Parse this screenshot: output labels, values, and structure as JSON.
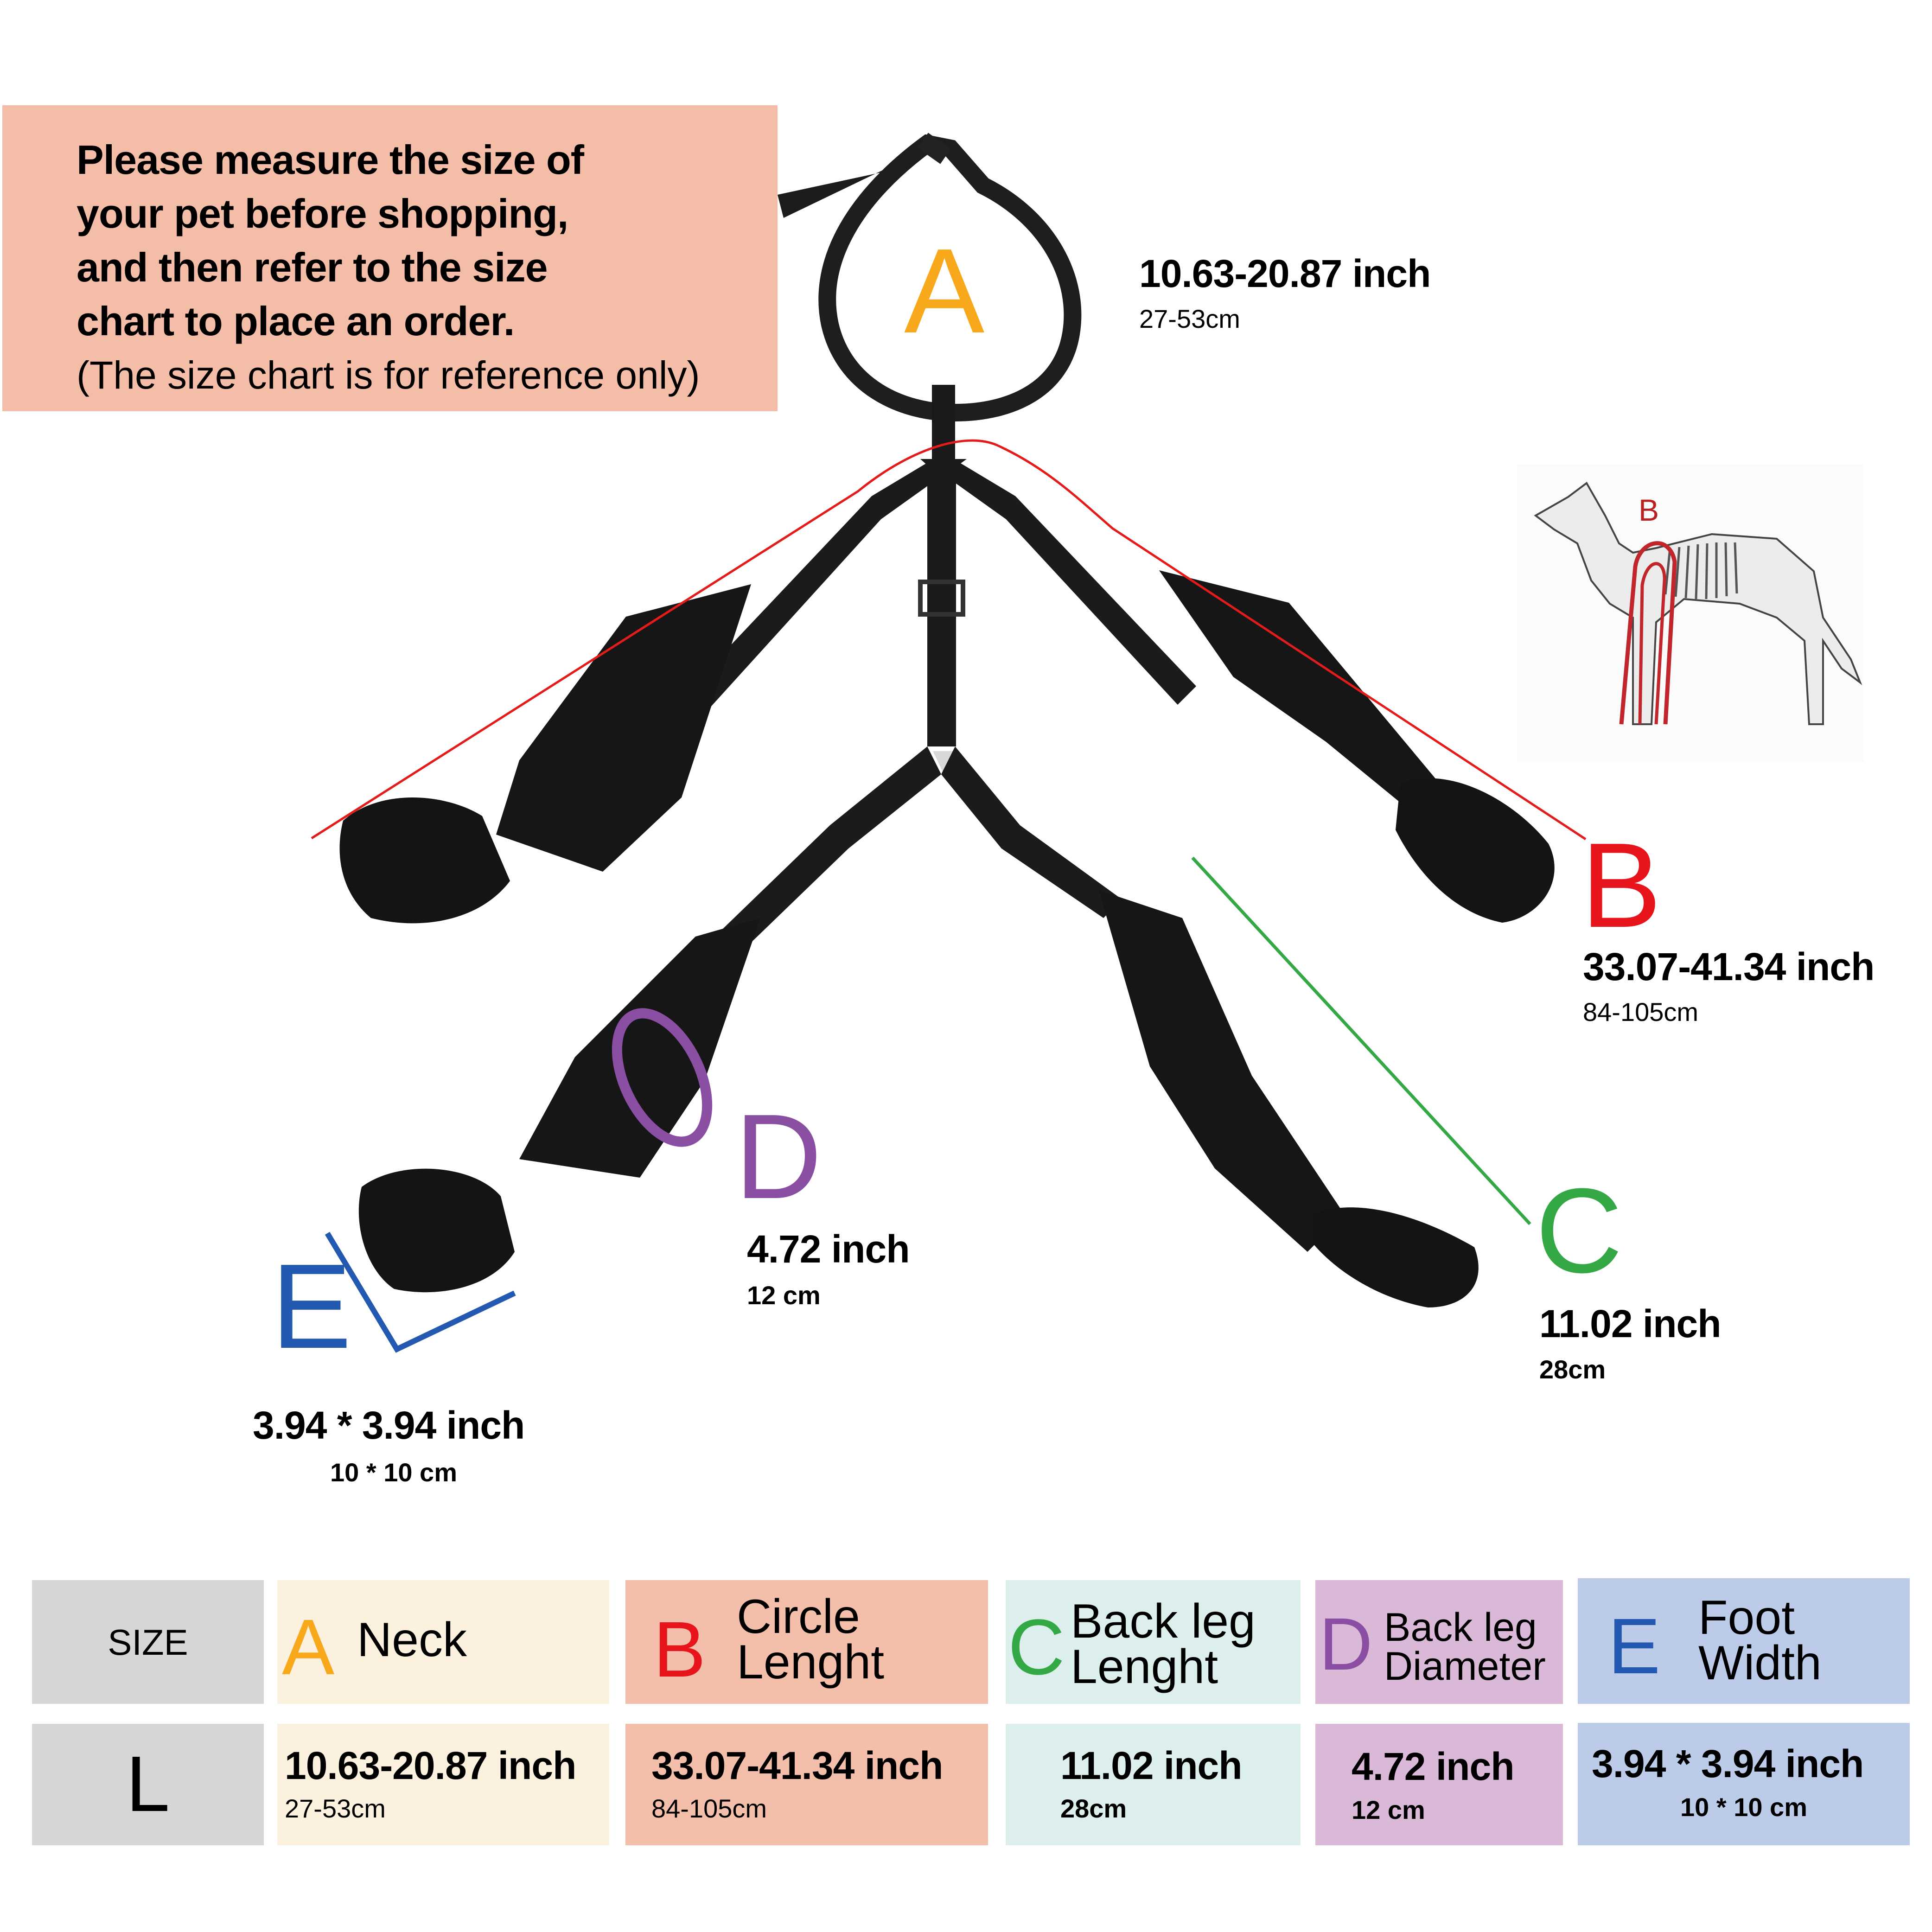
{
  "notice": {
    "lines": [
      "Please measure the size of",
      "your pet before shopping,",
      "and then refer to the size",
      "chart to place an order."
    ],
    "note": "(The size chart is for reference only)"
  },
  "colors": {
    "A": "#f7a91b",
    "B": "#e8141c",
    "C": "#33a845",
    "D": "#8a4ea3",
    "E": "#2359b0",
    "notice_bg": "#f4bda8",
    "size_bg": "#d6d6d6",
    "A_bg": "#fcf0de",
    "B_bg": "#f4bfaa",
    "C_bg": "#dcefec",
    "D_bg": "#dab8d8",
    "E_bg": "#bbcbe8"
  },
  "diagram": {
    "A": {
      "letter": "A",
      "inch": "10.63-20.87 inch",
      "cm": "27-53cm"
    },
    "B": {
      "letter": "B",
      "inch": "33.07-41.34 inch",
      "cm": "84-105cm"
    },
    "C": {
      "letter": "C",
      "inch": "11.02 inch",
      "cm": "28cm"
    },
    "D": {
      "letter": "D",
      "inch": "4.72 inch",
      "cm": "12 cm"
    },
    "E": {
      "letter": "E",
      "inch": "3.94 * 3.94  inch",
      "cm": "10 * 10 cm"
    },
    "dog_illustration": {
      "label": "B"
    }
  },
  "table": {
    "size_header": "SIZE",
    "size_value": "L",
    "columns": [
      {
        "letter": "A",
        "label_lines": [
          "Neck"
        ],
        "inch": "10.63-20.87 inch",
        "cm": "27-53cm"
      },
      {
        "letter": "B",
        "label_lines": [
          "Circle",
          "Lenght"
        ],
        "inch": "33.07-41.34 inch",
        "cm": "84-105cm"
      },
      {
        "letter": "C",
        "label_lines": [
          "Back leg",
          "Lenght"
        ],
        "inch": "11.02 inch",
        "cm": "28cm"
      },
      {
        "letter": "D",
        "label_lines": [
          "Back leg",
          "Diameter"
        ],
        "inch": "4.72 inch",
        "cm": "12 cm"
      },
      {
        "letter": "E",
        "label_lines": [
          "Foot",
          "Width"
        ],
        "inch": "3.94 * 3.94  inch",
        "cm": "10 * 10 cm"
      }
    ]
  }
}
